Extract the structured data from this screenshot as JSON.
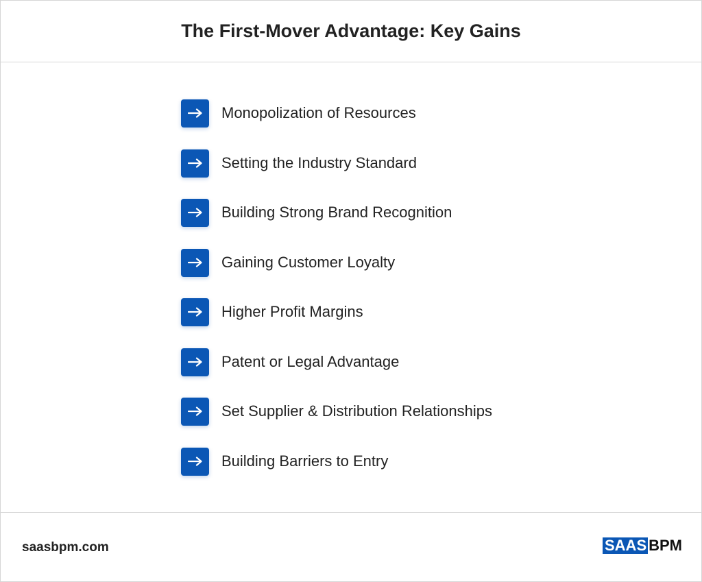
{
  "header": {
    "title": "The First-Mover Advantage: Key Gains"
  },
  "list": {
    "icon": "arrow-right-icon",
    "accent_color": "#0b57b5",
    "items": [
      {
        "label": "Monopolization of Resources"
      },
      {
        "label": "Setting the Industry Standard"
      },
      {
        "label": "Building Strong Brand Recognition"
      },
      {
        "label": "Gaining Customer Loyalty"
      },
      {
        "label": "Higher Profit Margins"
      },
      {
        "label": "Patent or Legal Advantage"
      },
      {
        "label": "Set Supplier & Distribution Relationships"
      },
      {
        "label": "Building Barriers to Entry"
      }
    ]
  },
  "footer": {
    "site": "saasbpm.com",
    "logo": {
      "part1": "SAAS",
      "part2": "BPM"
    }
  }
}
